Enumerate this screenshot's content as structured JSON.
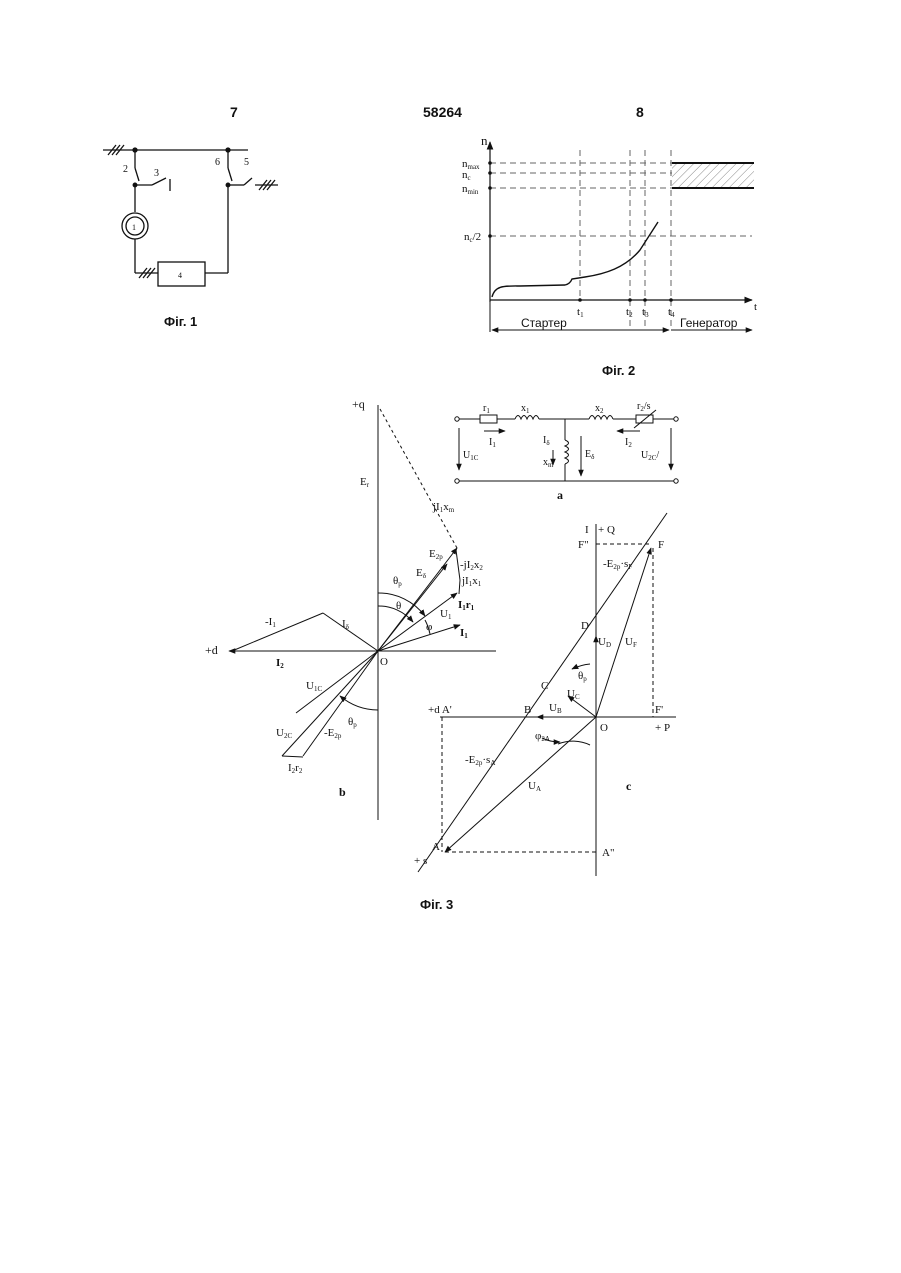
{
  "header": {
    "left_page": "7",
    "patent_number": "58264",
    "right_page": "8"
  },
  "fig1": {
    "caption": "Фіг. 1",
    "labels": {
      "sw2": "2",
      "sw3": "3",
      "motor": "1",
      "block": "4",
      "sw5": "5",
      "sw6": "6"
    }
  },
  "fig2": {
    "caption": "Фіг. 2",
    "y_axis_label": "n",
    "y_ticks": {
      "nmax": "n",
      "nmax_sub": "max",
      "nc": "n",
      "nc_sub": "c",
      "nmin": "n",
      "nmin_sub": "min",
      "nhalf": "n",
      "nhalf_sub": "c",
      "nhalf_tail": "/2"
    },
    "x_axis_label": "t",
    "x_ticks": {
      "t1": "t",
      "t1_sub": "1",
      "t2": "t",
      "t2_sub": "2",
      "t3": "t",
      "t3_sub": "3",
      "t4": "t",
      "t4_sub": "4"
    },
    "regions": {
      "starter": "Стартер",
      "generator": "Генератор"
    }
  },
  "fig3": {
    "caption": "Фіг. 3",
    "panel_a": {
      "label": "a",
      "r1": "r",
      "r1_sub": "1",
      "x1": "x",
      "x1_sub": "1",
      "x2": "x",
      "x2_sub": "2",
      "r2s": "r",
      "r2s_sub": "2",
      "r2s_tail": "/s",
      "I1": "I",
      "I1_sub": "1",
      "I2": "I",
      "I2_sub": "2",
      "Id": "I",
      "Id_sub": "δ",
      "xm": "x",
      "xm_sub": "m",
      "Ed": "E",
      "Ed_sub": "δ",
      "U1C": "U",
      "U1C_sub": "1C",
      "U2C": "U",
      "U2C_sub": "2C",
      "U2C_tail": "/"
    },
    "panel_b": {
      "label": "b",
      "plus_q": "+q",
      "plus_d": "+d",
      "O": "O",
      "Er": "E",
      "Er_sub": "r",
      "jI1xm": "jI",
      "jI1xm_sub": "1",
      "jI1xm_tail": "x",
      "jI1xm_tail_sub": "m",
      "E2p": "E",
      "E2p_sub": "2p",
      "jI2x2": "-jI",
      "jI2x2_sub": "2",
      "jI2x2_tail": "x",
      "jI2x2_tail_sub": "2",
      "jI1x1": "jI",
      "jI1x1_sub": "1",
      "jI1x1_tail": "x",
      "jI1x1_tail_sub": "1",
      "Ed": "E",
      "Ed_sub": "δ",
      "theta_p": "θ",
      "theta_p_sub": "p",
      "theta": "θ",
      "I1r1": "I",
      "I1r1_sub": "1",
      "I1r1_tail": "r",
      "I1r1_tail_sub": "1",
      "phi": "φ",
      "U1": "U",
      "U1_sub": "1",
      "I1": "I",
      "I1_sub": "1",
      "minus_I1": "-I",
      "minus_I1_sub": "1",
      "Id": "I",
      "Id_sub": "δ",
      "I2": "I",
      "I2_sub": "2",
      "U1C": "U",
      "U1C_sub": "1C",
      "U2C": "U",
      "U2C_sub": "2C",
      "minus_E2p": "-E",
      "minus_E2p_sub": "2p",
      "theta_p2": "θ",
      "theta_p2_sub": "p",
      "I2r2": "I",
      "I2r2_sub": "2",
      "I2r2_tail": "r",
      "I2r2_tail_sub": "2"
    },
    "panel_c": {
      "label": "c",
      "I": "I",
      "plus_Q": "+ Q",
      "F2": "F\"",
      "F": "F",
      "E2psF": "-E",
      "E2psF_sub": "2p",
      "E2psF_tail": "·s",
      "E2psF_tail_sub": "F",
      "D": "D",
      "UD": "U",
      "UD_sub": "D",
      "UF": "U",
      "UF_sub": "F",
      "theta_p": "θ",
      "theta_p_sub": "p",
      "C": "C",
      "UC": "U",
      "UC_sub": "C",
      "plus_dA": "+d  A'",
      "B": "B",
      "UB": "U",
      "UB_sub": "B",
      "O": "O",
      "F1": "F'",
      "plus_P": "+ P",
      "phi2A": "φ",
      "phi2A_sub": "2A",
      "E2psA": "-E",
      "E2psA_sub": "2p",
      "E2psA_tail": "·s",
      "E2psA_tail_sub": "A",
      "UA": "U",
      "UA_sub": "A",
      "A": "A",
      "A2": "A\"",
      "plus_s": "+ s"
    }
  },
  "colors": {
    "ink": "#111111",
    "hatch": "#888888",
    "paper": "#ffffff"
  }
}
